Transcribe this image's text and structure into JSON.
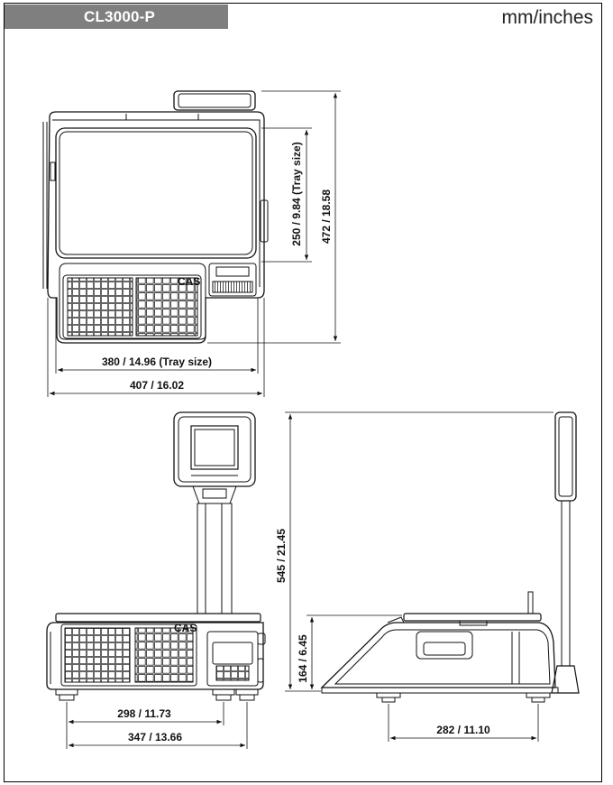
{
  "header": {
    "model": "CL3000-P",
    "units": "mm/inches"
  },
  "dimensions": {
    "tray_depth": "250 / 9.84 (Tray size)",
    "top_depth": "472 / 18.58",
    "tray_width": "380 / 14.96 (Tray size)",
    "top_width": "407 / 16.02",
    "height_total": "545 / 21.45",
    "height_body": "164 / 6.45",
    "feet_front_inner": "298 / 11.73",
    "feet_front_outer": "347 / 13.66",
    "feet_side": "282 / 11.10"
  },
  "labels": {
    "brand": "CAS"
  },
  "colors": {
    "header_bg": "#7f7f7f",
    "line": "#111111"
  }
}
